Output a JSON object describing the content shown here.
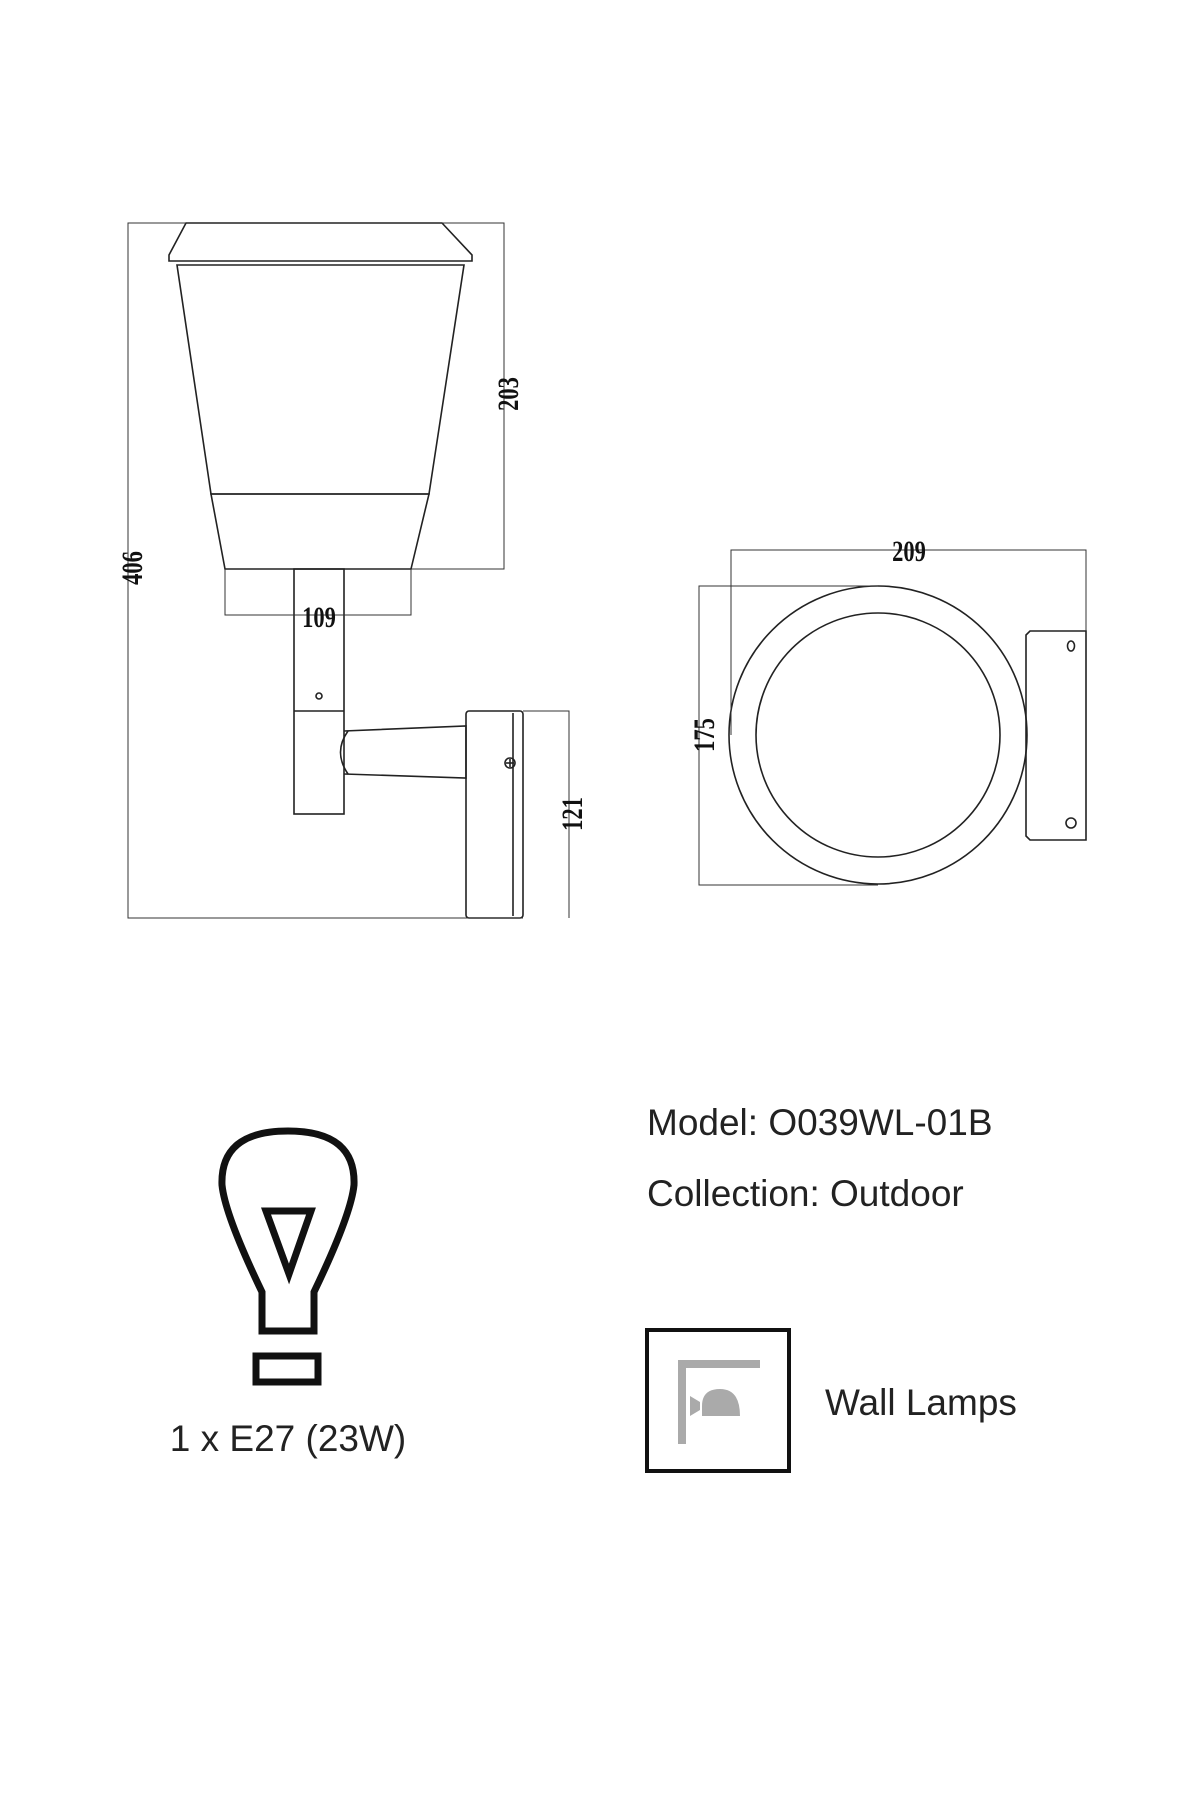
{
  "dimensions": {
    "total_height": "406",
    "shade_height": "203",
    "shade_width": "109",
    "wall_plate_height": "121",
    "side_width": "209",
    "side_height": "175"
  },
  "bulb": {
    "label": "1 x E27 (23W)",
    "icon": "light-bulb-icon"
  },
  "specs": {
    "model": "Model: O039WL-01B",
    "collection": "Collection: Outdoor"
  },
  "category": {
    "label": "Wall Lamps",
    "icon": "wall-lamp-icon",
    "icon_color": "#aaaaaa"
  }
}
